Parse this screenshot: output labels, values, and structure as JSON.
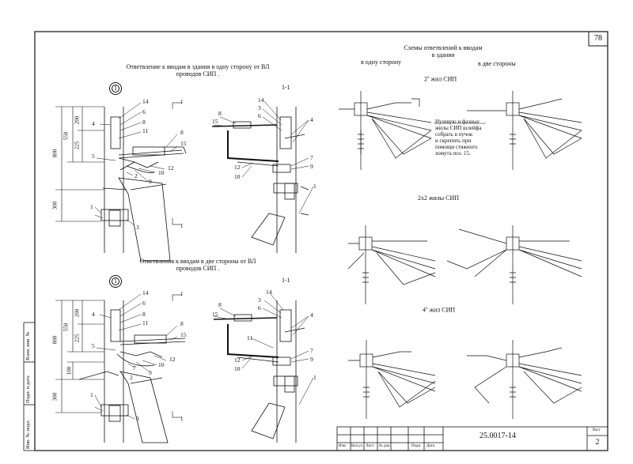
{
  "page_number": "78",
  "left_top": {
    "title_line1": "Ответвление к вводам в здания в одну сторону от ВЛ",
    "title_line2": "проводов СИП .",
    "section_mark": "1",
    "view_label": "1-1",
    "dims": [
      "800",
      "550",
      "200",
      "225",
      "300"
    ],
    "parts_front": [
      "14",
      "6",
      "8",
      "11",
      "4",
      "8",
      "15",
      "5",
      "12",
      "10",
      "9",
      "2",
      "1",
      "3"
    ],
    "parts_side": [
      "14",
      "3",
      "6",
      "8",
      "15",
      "4",
      "7",
      "9",
      "12",
      "10",
      "1"
    ]
  },
  "left_bottom": {
    "title_line1": "Ответвления к вводам в две стороны от ВЛ",
    "title_line2": "проводов СИП .",
    "section_mark": "1",
    "view_label": "1-1",
    "dims": [
      "800",
      "550",
      "200",
      "225",
      "100",
      "300"
    ],
    "parts_front": [
      "14",
      "6",
      "4",
      "8",
      "11",
      "8",
      "15",
      "5",
      "12",
      "10",
      "9",
      "7",
      "2",
      "1",
      "3"
    ],
    "parts_side": [
      "8",
      "15",
      "3",
      "6",
      "14",
      "4",
      "11",
      "7",
      "9",
      "12",
      "10",
      "1"
    ]
  },
  "right": {
    "title_line1": "Схемы ответвлений к вводам",
    "title_line2": "в здания",
    "col_left": "в одну сторону",
    "col_right": "в две стороны",
    "scheme1": "2",
    "scheme1_sup": "x",
    "scheme1_suffix": " жил СИП",
    "scheme2": "2х2 жилы СИП",
    "scheme3": "4",
    "scheme3_sup": "x",
    "scheme3_suffix": " жил СИП",
    "note": [
      "Нулевую и фазные",
      "жилы СИП шлейфа",
      "собрать в пучок",
      "и скрепить при",
      "помощи стяжного",
      "хомута поз. 15."
    ]
  },
  "side_stamp": [
    "Инв. № подл.",
    "Подп. и дата",
    "Взам. инв. №"
  ],
  "title_block": {
    "code": "25.0017-14",
    "cols": [
      "Изм.",
      "Кол.уч",
      "Лист",
      "№ док.",
      "Подп.",
      "Дата"
    ],
    "sheet_label": "Лист",
    "sheet_number": "2"
  }
}
